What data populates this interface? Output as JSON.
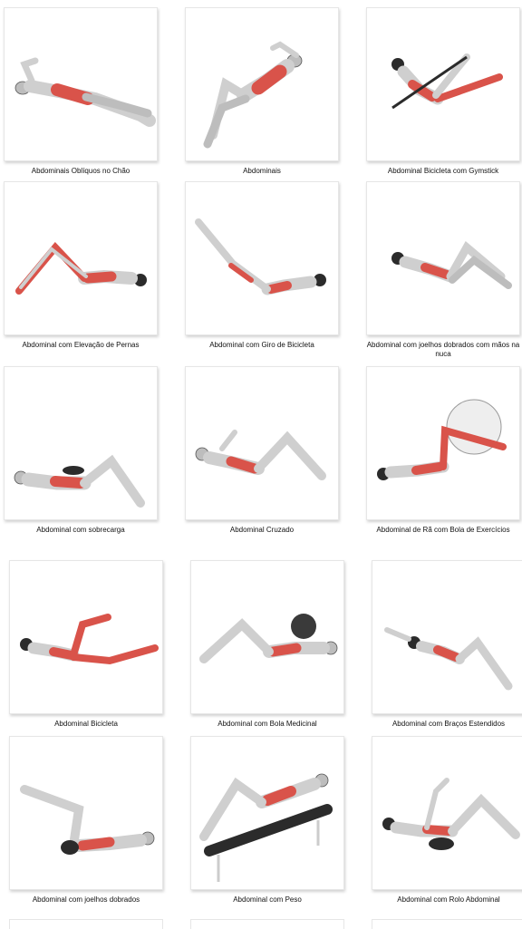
{
  "cards": [
    {
      "label": "Abdominais Oblíquos no Chão"
    },
    {
      "label": "Abdominais"
    },
    {
      "label": "Abdominal Bicicleta com Gymstick"
    },
    {
      "label": "Abdominal com Elevação de Pernas"
    },
    {
      "label": "Abdominal com Giro de Bicicleta"
    },
    {
      "label": "Abdominal com joelhos dobrados com mãos na nuca"
    },
    {
      "label": "Abdominal com sobrecarga"
    },
    {
      "label": "Abdominal Cruzado"
    },
    {
      "label": "Abdominal de Rã com Bola de Exercícios"
    },
    {
      "label": "Abdominal Bicicleta"
    },
    {
      "label": "Abdominal com Bola Medicinal"
    },
    {
      "label": "Abdominal com Braços Estendidos"
    },
    {
      "label": "Abdominal com joelhos dobrados"
    },
    {
      "label": "Abdominal com Peso"
    },
    {
      "label": "Abdominal com Rolo Abdominal"
    }
  ],
  "colors": {
    "muscle": "#d9534a",
    "skin": "#cfcfcf",
    "outline": "#555555",
    "dark": "#2b2b2b"
  }
}
